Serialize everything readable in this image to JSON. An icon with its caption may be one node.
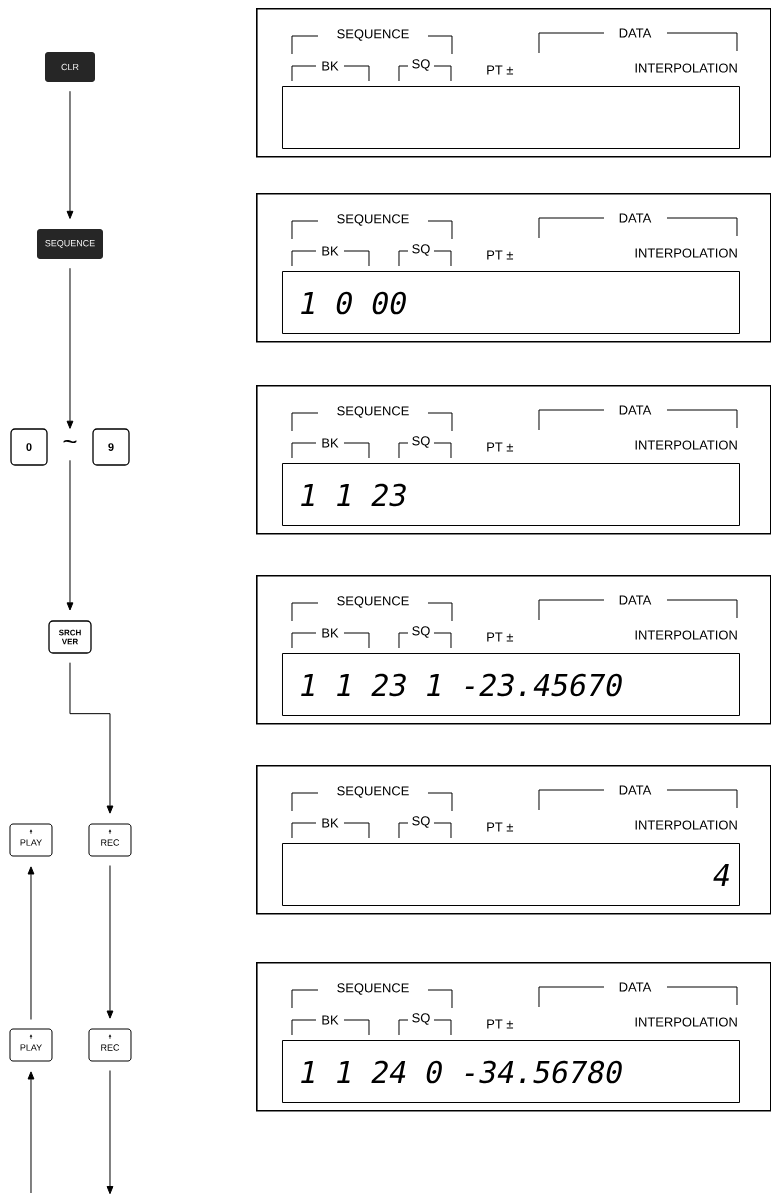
{
  "diagram": {
    "nodes": [
      {
        "text": [
          "CLR"
        ]
      },
      {
        "text": [
          "SEQUENCE"
        ]
      },
      {
        "text": [
          "0"
        ]
      },
      {
        "text": [
          "~"
        ]
      },
      {
        "text": [
          "9"
        ]
      },
      {
        "text": [
          "SRCH VER"
        ]
      },
      {
        "text": [
          "PLAY"
        ]
      },
      {
        "text": [
          "REC"
        ]
      },
      {
        "text": [
          "PLAY"
        ]
      },
      {
        "text": [
          "REC"
        ]
      },
      {
        "text": [
          "SEQUENCE",
          "DATA",
          "BK",
          "SQ",
          "PT ±",
          "INTERPOLATION"
        ]
      },
      {
        "text": [],
        "shape": "box",
        "in": 10
      },
      {
        "text": [
          "SEQUENCE",
          "DATA",
          "BK",
          "SQ",
          "PT ±",
          "INTERPOLATION"
        ]
      },
      {
        "text": [
          "1 0 00"
        ],
        "in": 12
      },
      {
        "text": [
          "SEQUENCE",
          "DATA",
          "BK",
          "SQ",
          "PT ±",
          "INTERPOLATION"
        ]
      },
      {
        "text": [
          "1 1 23"
        ],
        "in": 14
      },
      {
        "text": [
          "SEQUENCE",
          "DATA",
          "BK",
          "SQ",
          "PT ±",
          "INTERPOLATION"
        ]
      },
      {
        "text": [
          "1 1 23 1 -23.45670"
        ],
        "in": 16
      },
      {
        "text": [
          "SEQUENCE",
          "DATA",
          "BK",
          "SQ",
          "PT ±",
          "INTERPOLATION"
        ]
      },
      {
        "text": [
          "4"
        ],
        "in": 18
      },
      {
        "text": [
          "SEQUENCE",
          "DATA",
          "BK",
          "SQ",
          "PT ±",
          "INTERPOLATION"
        ]
      },
      {
        "text": [
          "1 1 24 0 -34.56780"
        ],
        "in": 20
      }
    ],
    "edges": [
      {
        "from": 0,
        "to": 1,
        "arrow": "to"
      },
      {
        "from": 1,
        "to": 3,
        "arrow": "to"
      },
      {
        "from": 3,
        "to": 5,
        "arrow": "to"
      },
      {
        "from": 5,
        "to": 7,
        "arrow": "to"
      },
      {
        "from": 7,
        "to": 9,
        "arrow": "to"
      },
      {
        "from": 8,
        "to": 6,
        "arrow": "to"
      },
      {
        "from": null,
        "to": 8,
        "arrow": "to"
      },
      {
        "from": 9,
        "to": null,
        "arrow": "to"
      }
    ]
  }
}
